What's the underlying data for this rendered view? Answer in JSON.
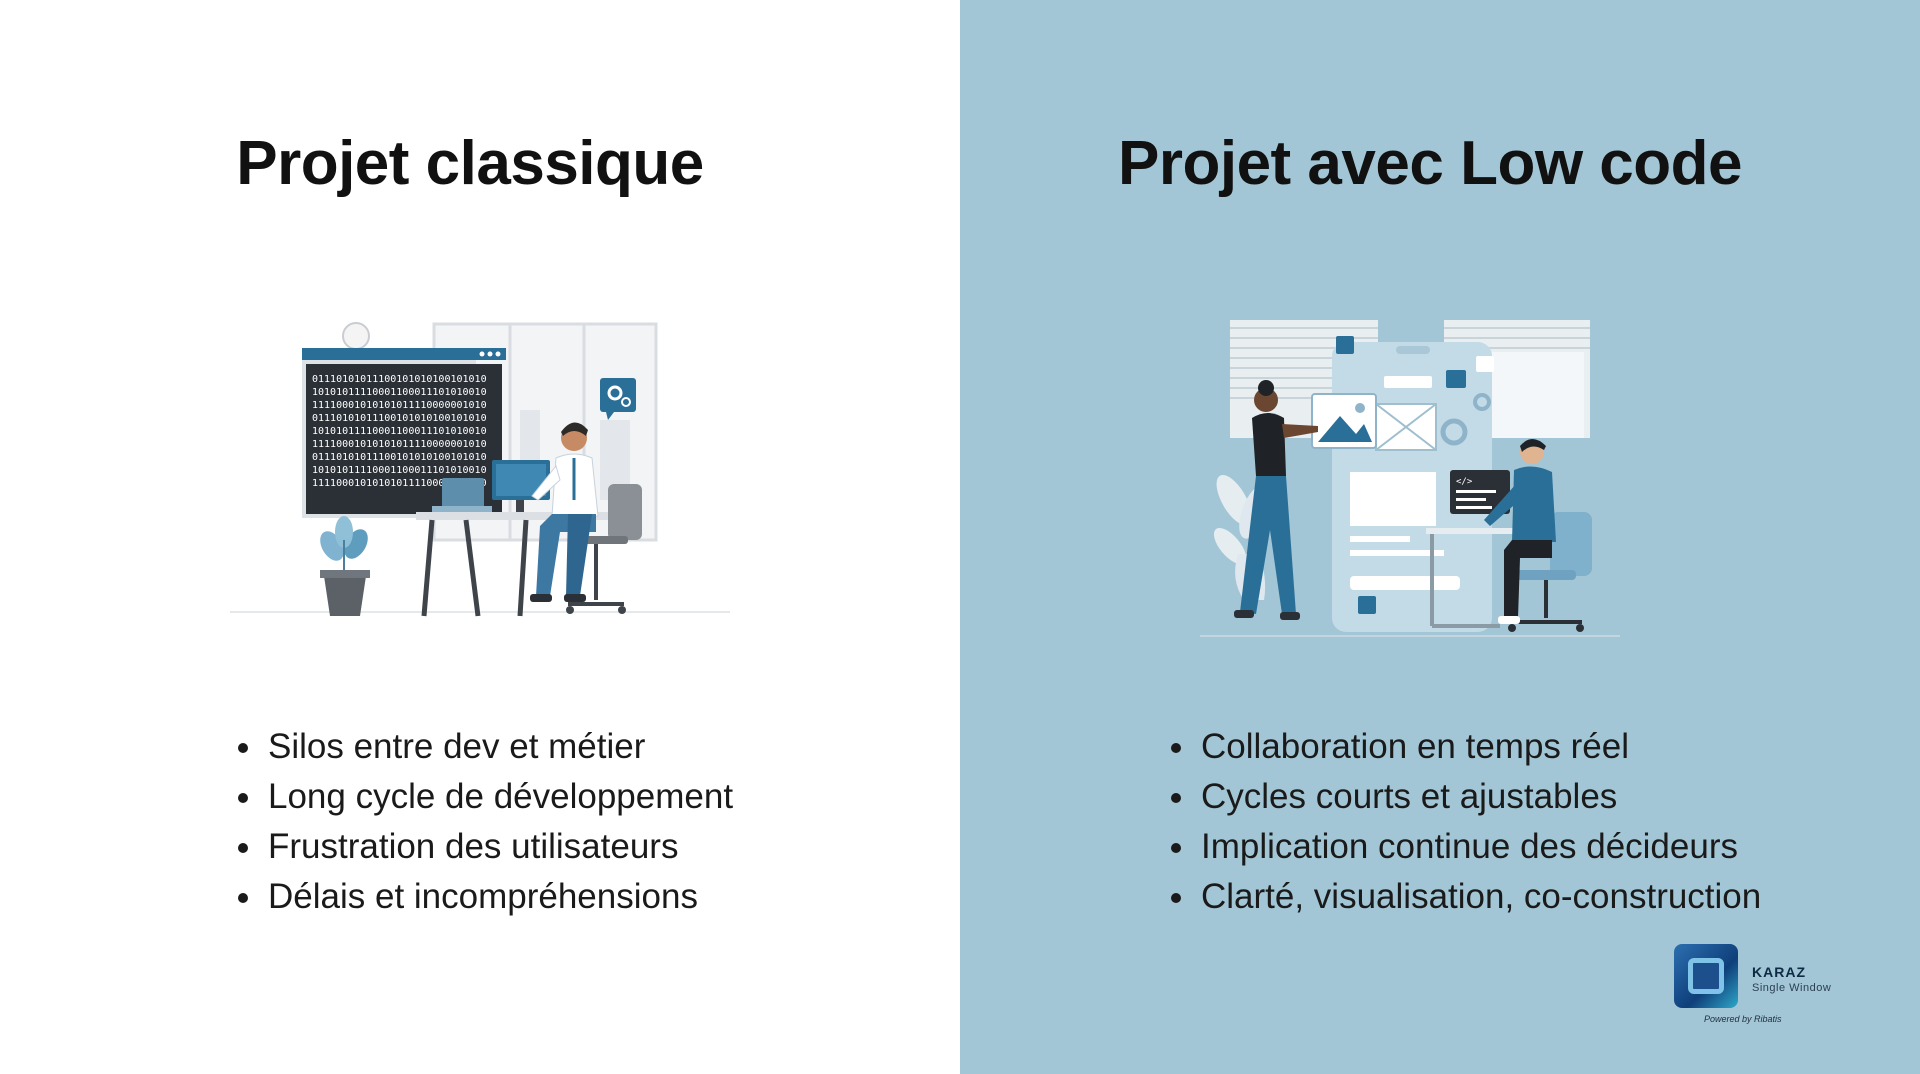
{
  "left": {
    "title": "Projet classique",
    "bullets": [
      "Silos entre dev et métier",
      "Long cycle de développement",
      "Frustration des utilisateurs",
      "Délais et incompréhensions"
    ],
    "code_lines": [
      "01110101011100101010100101010",
      "10101011110001100011101010010",
      "11110001010101011110000001010",
      "01110101011100101010100101010",
      "10101011110001100011101010010",
      "11110001010101011110000001010",
      "01110101011100101010100101010",
      "10101011110001100011101010010",
      "11110001010101011110000001010"
    ]
  },
  "right": {
    "title": "Projet avec Low code",
    "bullets": [
      "Collaboration en temps réel",
      "Cycles courts et ajustables",
      "Implication continue des décideurs",
      "Clarté, visualisation, co-construction"
    ],
    "code_tag": "</>"
  },
  "logo": {
    "name": "KARAZ",
    "subtitle": "Single Window",
    "powered": "Powered by Ribatis"
  },
  "colors": {
    "right_background": "#a3c6d6",
    "accent_blue": "#2a6f97",
    "dark_screen": "#2b2f36"
  }
}
